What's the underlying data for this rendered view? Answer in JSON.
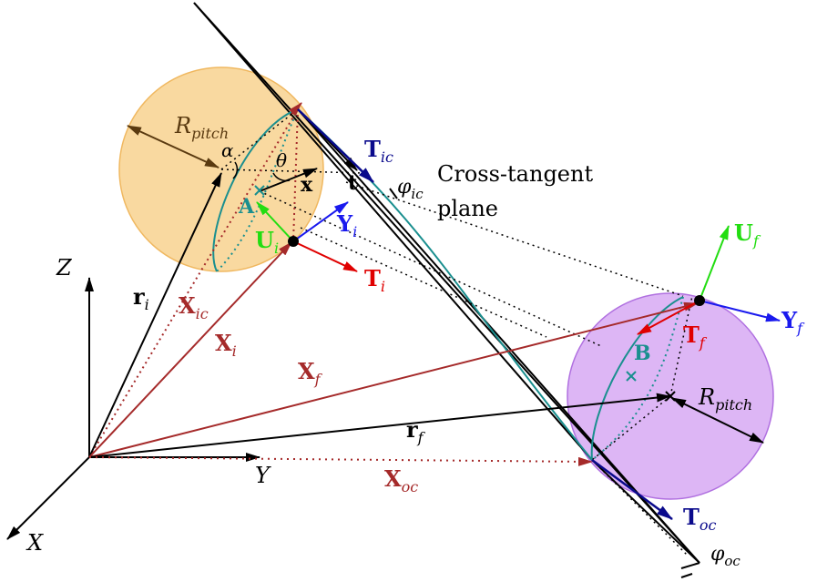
{
  "colors": {
    "sphere_i_fill": "#f9d9a0",
    "sphere_i_stroke": "#f0b860",
    "sphere_f_fill": "#ddb6f5",
    "sphere_f_stroke": "#b070e0",
    "dark_red": "#a52a2a",
    "navy": "#0a0a8c",
    "teal": "#1a8f8f",
    "bright_red": "#e00000",
    "bright_green": "#22dd11",
    "blue": "#1a1aee",
    "brown": "#5a3a10",
    "black": "#000000"
  },
  "labels": {
    "r_pitch_i": {
      "main": "R",
      "sub": "pitch"
    },
    "alpha": "α",
    "theta": "θ",
    "x": "x",
    "t": "t",
    "A": "A",
    "T_ic": {
      "main": "T",
      "sub": "ic"
    },
    "phi_ic": {
      "main": "φ",
      "sub": "ic"
    },
    "cross_tangent_line1": "Cross-tangent",
    "cross_tangent_line2": "plane",
    "Y_i": {
      "main": "Y",
      "sub": "i"
    },
    "U_i": {
      "main": "U",
      "sub": "i"
    },
    "T_i": {
      "main": "T",
      "sub": "i"
    },
    "U_f": {
      "main": "U",
      "sub": "f"
    },
    "Y_f": {
      "main": "Y",
      "sub": "f"
    },
    "T_f": {
      "main": "T",
      "sub": "f"
    },
    "B": "B",
    "r_pitch_f": {
      "main": "R",
      "sub": "pitch"
    },
    "Z": "Z",
    "Y": "Y",
    "X": "X",
    "r_i": {
      "main": "r",
      "sub": "i"
    },
    "X_ic": {
      "main": "X",
      "sub": "ic"
    },
    "X_i": {
      "main": "X",
      "sub": "i"
    },
    "X_f": {
      "main": "X",
      "sub": "f"
    },
    "r_f": {
      "main": "r",
      "sub": "f"
    },
    "X_oc": {
      "main": "X",
      "sub": "oc"
    },
    "T_oc": {
      "main": "T",
      "sub": "oc"
    },
    "phi_oc": {
      "main": "φ",
      "sub": "oc"
    }
  }
}
